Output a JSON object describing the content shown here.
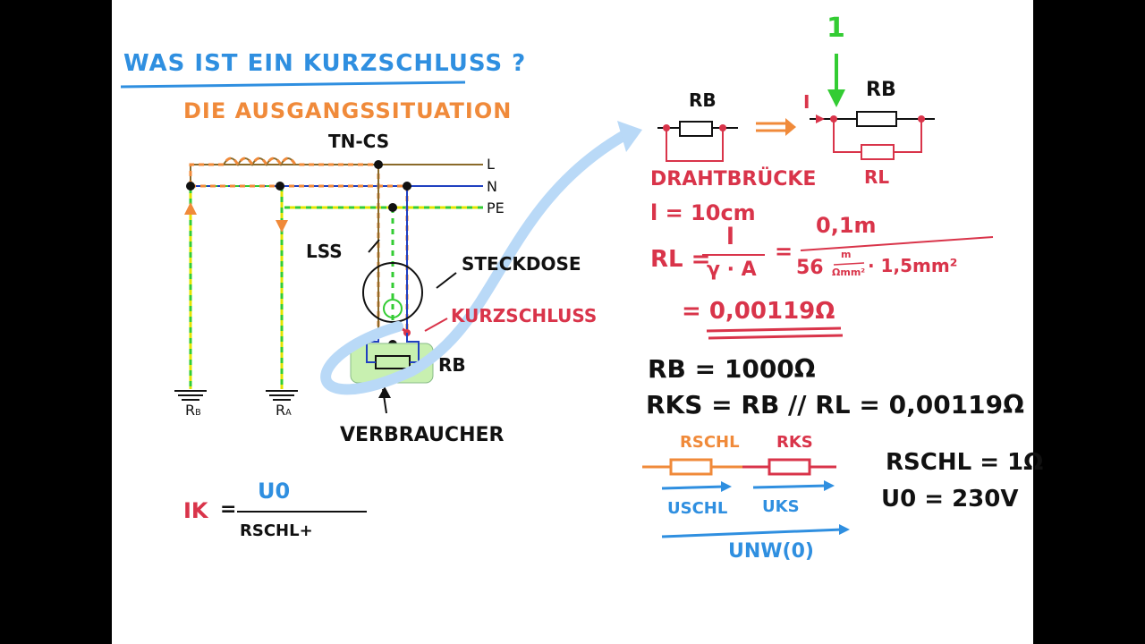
{
  "colors": {
    "blue": "#2f8fe0",
    "orange": "#f08a3a",
    "red": "#d9344a",
    "green": "#33cc33",
    "black": "#111111",
    "phase_brown": "#8a6a2a",
    "neutral_blue": "#2040c0",
    "pe_yellow": "#e4e400"
  },
  "title": "WAS IST EIN KURZSCHLUSS ?",
  "subtitle": "DIE AUSGANGSSITUATION",
  "network": {
    "system": "TN-CS",
    "line_L": "L",
    "line_N": "N",
    "line_PE": "PE",
    "lss": "LSS",
    "steckdose": "STECKDOSE",
    "kurzschluss": "KURZSCHLUSS",
    "verbraucher": "VERBRAUCHER",
    "rb_label": "RB",
    "ground_rb": "R",
    "ground_rb_sub": "B",
    "ground_ra": "R",
    "ground_ra_sub": "A"
  },
  "formula_left": {
    "ik": "IK",
    "eq": "=",
    "numerator": "U0",
    "denominator": "RSCHL+"
  },
  "right": {
    "step_number": "1",
    "rb_top1": "RB",
    "rb_top2": "RB",
    "current": "I",
    "rl": "RL",
    "drahtbruecke": "DRAHTBRÜCKE",
    "length": "l = 10cm",
    "rl_eq": "RL =",
    "frac_l": "l",
    "frac_gamma_a": "γ · A",
    "eq2": "=",
    "num_01m": "0,1m",
    "den_56": "56",
    "den_m": "m",
    "den_omm": "Ωmm²",
    "den_rest": "· 1,5mm²",
    "result": "= 0,00119Ω",
    "rb_value": "RB = 1000Ω",
    "rks_line": "RKS = RB // RL = 0,00119Ω",
    "rschl_label": "RSCHL",
    "rks_label": "RKS",
    "uschl": "USCHL",
    "uks": "UKS",
    "unw": "UNW(0)",
    "rschl_value": "RSCHL = 1Ω",
    "u0_value": "U0 = 230V"
  }
}
